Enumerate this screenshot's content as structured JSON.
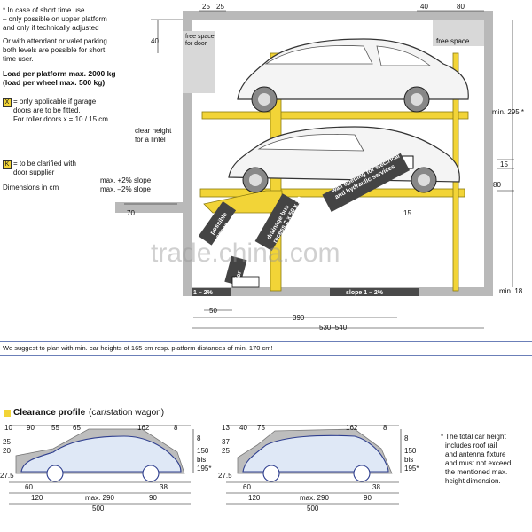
{
  "notes": {
    "line1": "* In case of short time use",
    "line2": "– only possible on upper platform",
    "line3": "and only if technically adjusted",
    "line4": "Or with attendant or valet parking",
    "line5": "both levels are possible for short",
    "line6": "time user.",
    "load1": "Load per platform max. 2000 kg",
    "load2": "(load per wheel max. 500 kg)",
    "x_legend_a": "= only applicable if garage",
    "x_legend_b": "doors are to be fitted.",
    "x_legend_c": "For roller doors x = 10 / 15 cm",
    "k_legend_a": "= to be clarified with",
    "k_legend_b": "door supplier",
    "dims": "Dimensions in cm",
    "x_mark": "X",
    "k_mark": "K"
  },
  "main": {
    "top_25a": "25",
    "top_25b": "25",
    "top_40": "40",
    "top_80": "80",
    "left_40": "40",
    "free_space_door": "free space for door",
    "free_space": "free space",
    "min295": "min. 295 *",
    "clear_height_1": "clear height",
    "clear_height_2": "for a lintel",
    "slope_pos": "max. +2% slope",
    "slope_neg": "max. –2% slope",
    "dim_70": "70",
    "dim_15a": "15",
    "dim_80": "80",
    "dim_15b": "15",
    "wall_opening": "wall opening for electrical and hydraulic services",
    "suction": "possible space suction",
    "drainage": "drainage bus recess 2 x 50 x 20",
    "for": "for",
    "slope_left": "1 – 2%",
    "slope_right": "slope 1 – 2%",
    "dim_50": "50",
    "dim_390": "390",
    "dim_530": "530–540",
    "min18": "min. 18",
    "watermark": "trade.china.com"
  },
  "banner": "We suggest to plan with min. car heights of 165 cm resp. platform distances of min. 170 cm!",
  "clearance": {
    "title_bold": "Clearance profile",
    "title_rest": " (car/station wagon)",
    "car": {
      "top_10": "10",
      "top_90": "90",
      "top_55": "55",
      "top_65": "65",
      "top_162": "162",
      "top_8a": "8",
      "right_8": "8",
      "right_150": "150",
      "right_bis": "bis",
      "right_195": "195*",
      "left_25": "25",
      "left_20": "20",
      "left_275": "27.5",
      "bot_60": "60",
      "bot_38": "38",
      "bot_120": "120",
      "bot_290": "max. 290",
      "bot_90": "90",
      "bot_500": "500"
    },
    "wagon": {
      "top_13": "13",
      "top_40": "40",
      "top_75": "75",
      "top_162": "162",
      "top_8a": "8",
      "right_8": "8",
      "right_150": "150",
      "right_bis": "bis",
      "right_195": "195*",
      "left_37": "37",
      "left_25": "25",
      "left_275": "27.5",
      "bot_60": "60",
      "bot_38": "38",
      "bot_120": "120",
      "bot_290": "max. 290",
      "bot_90": "90",
      "bot_500": "500"
    },
    "footnote1": "* The total car height",
    "footnote2": "includes roof rail",
    "footnote3": "and antenna fixture",
    "footnote4": "and must not exceed",
    "footnote5": "the mentioned max.",
    "footnote6": "height dimension."
  },
  "colors": {
    "platform_yellow": "#f2d437",
    "wall_gray": "#b9b9b9",
    "banner_line": "#6b7fb8",
    "car_blue": "#2f3f8f",
    "car_fill": "#dfe8f6",
    "legend_square": "#f2d437"
  }
}
